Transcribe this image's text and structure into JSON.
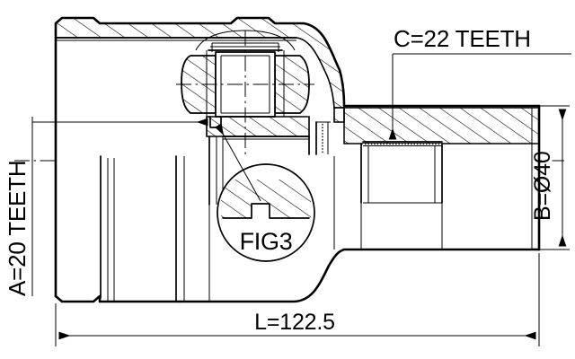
{
  "drawing": {
    "title": "CV Joint Cross-Section Technical Drawing",
    "part_type": "constant-velocity-joint",
    "line_color": "#000000",
    "background_color": "#ffffff"
  },
  "annotations": {
    "inner_spline_teeth": {
      "label": "A=20 TEETH",
      "orientation": "vertical-ccw",
      "underlined": true
    },
    "outer_diameter": {
      "label": "B=Ø40",
      "orientation": "vertical-ccw",
      "underlined": false
    },
    "shaft_spline_teeth": {
      "label": "C=22 TEETH",
      "orientation": "horizontal",
      "underlined": true
    },
    "overall_length": {
      "label": "L=122.5",
      "orientation": "horizontal",
      "underlined": true
    },
    "detail_callout": {
      "label": "FIG3",
      "orientation": "horizontal",
      "shape": "circle"
    }
  },
  "icons": {
    "arrow_left": "arrow-left-icon",
    "arrow_right": "arrow-right-icon",
    "arrow_up": "arrow-up-icon",
    "arrow_down": "arrow-down-icon",
    "detail_circle": "detail-circle-icon",
    "section_hatch": "section-hatch-icon",
    "center_line": "center-line-icon"
  }
}
